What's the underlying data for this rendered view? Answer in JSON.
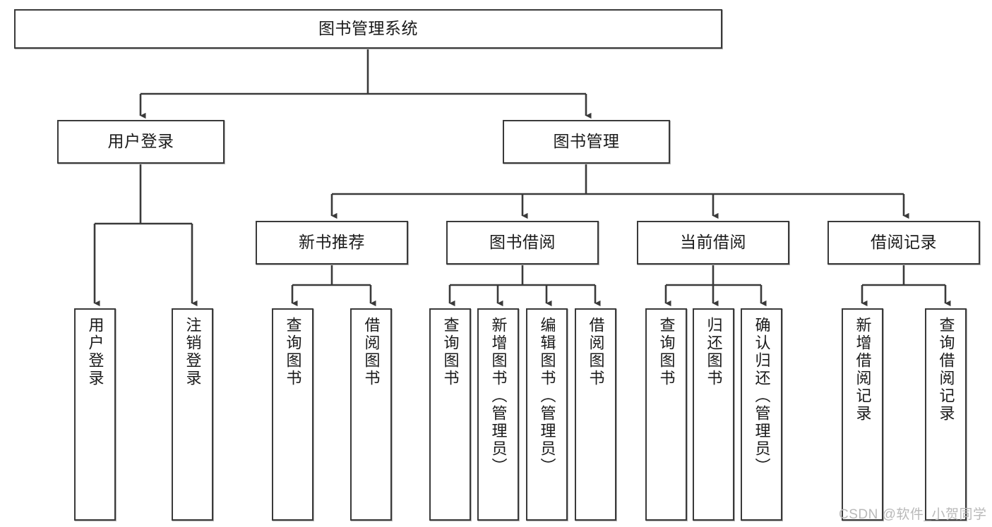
{
  "diagram": {
    "type": "tree-hierarchy-chart",
    "title": "图书管理系统",
    "orientation": "top-down",
    "colors": {
      "box_border": "#3a3a3a",
      "box_fill": "#ffffff",
      "connector": "#3a3a3a",
      "text": "#1a1a1a",
      "watermark": "#b9b9b9"
    },
    "levels": {
      "root": {
        "label": "图书管理系统"
      },
      "level2": [
        {
          "id": "user-login",
          "label": "用户登录"
        },
        {
          "id": "book-management",
          "label": "图书管理"
        }
      ],
      "level3": [
        {
          "id": "new-book-recommend",
          "label": "新书推荐",
          "parent": "book-management"
        },
        {
          "id": "book-borrow",
          "label": "图书借阅",
          "parent": "book-management"
        },
        {
          "id": "current-borrow",
          "label": "当前借阅",
          "parent": "book-management"
        },
        {
          "id": "borrow-record",
          "label": "借阅记录",
          "parent": "book-management"
        }
      ],
      "leaves": [
        {
          "id": "leaf-user-login",
          "label": "用户登录",
          "parent": "user-login"
        },
        {
          "id": "leaf-logout",
          "label": "注销登录",
          "parent": "user-login"
        },
        {
          "id": "leaf-query-book-1",
          "label": "查询图书",
          "parent": "new-book-recommend"
        },
        {
          "id": "leaf-borrow-book-1",
          "label": "借阅图书",
          "parent": "new-book-recommend"
        },
        {
          "id": "leaf-query-book-2",
          "label": "查询图书",
          "parent": "book-borrow"
        },
        {
          "id": "leaf-add-book",
          "label": "新增图书（管理员）",
          "parent": "book-borrow"
        },
        {
          "id": "leaf-edit-book",
          "label": "编辑图书（管理员）",
          "parent": "book-borrow"
        },
        {
          "id": "leaf-borrow-book-2",
          "label": "借阅图书",
          "parent": "book-borrow"
        },
        {
          "id": "leaf-query-book-3",
          "label": "查询图书",
          "parent": "current-borrow"
        },
        {
          "id": "leaf-return-book",
          "label": "归还图书",
          "parent": "current-borrow"
        },
        {
          "id": "leaf-confirm-return",
          "label": "确认归还（管理员）",
          "parent": "current-borrow"
        },
        {
          "id": "leaf-add-record",
          "label": "新增借阅记录",
          "parent": "borrow-record"
        },
        {
          "id": "leaf-query-record",
          "label": "查询借阅记录",
          "parent": "borrow-record"
        }
      ]
    }
  },
  "watermark": {
    "text": "CSDN @软件_小贺同学"
  }
}
